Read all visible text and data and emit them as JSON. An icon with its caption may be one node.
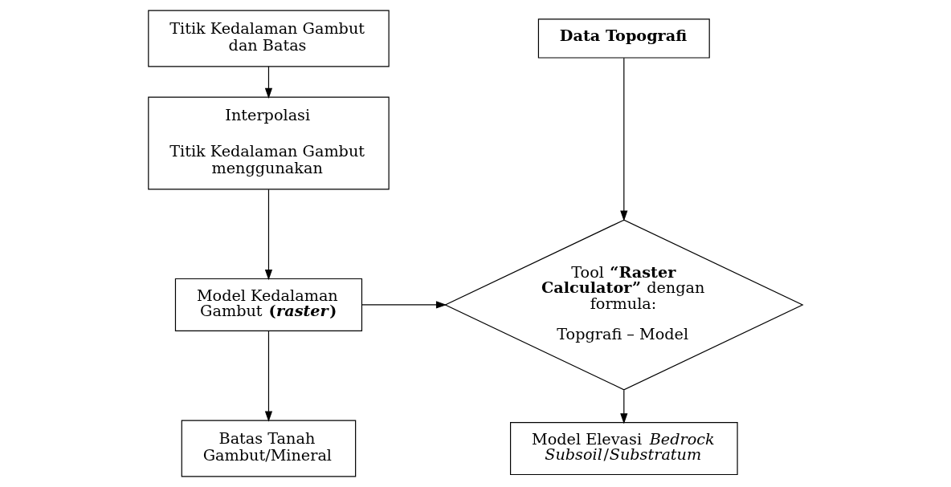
{
  "diagram": {
    "nodes": [
      {
        "text": [
          "Titik Kedalaman Gambut dan Batas"
        ]
      },
      {
        "text": [
          "Interpolasi",
          "Titik Kedalaman Gambut menggunakan"
        ]
      },
      {
        "text": [
          "Model Kedalaman Gambut **(*raster*)**"
        ]
      },
      {
        "text": [
          "Batas Tanah Gambut/Mineral"
        ]
      },
      {
        "text": [
          "Data Topografi"
        ]
      },
      {
        "text": [
          "Tool **“Raster Calculator”** dengan formula:",
          "Topgrafi – Model"
        ]
      },
      {
        "text": [
          "Model Elevasi *Bedrock Subsoil*/*Substratum*"
        ]
      }
    ],
    "edges": [
      {
        "from": 0,
        "to": 1,
        "arrow": "to"
      },
      {
        "from": 1,
        "to": 2,
        "arrow": "to"
      },
      {
        "from": 2,
        "to": 3,
        "arrow": "to"
      },
      {
        "from": 2,
        "to": 5,
        "arrow": "to"
      },
      {
        "from": 4,
        "to": 5,
        "arrow": "to"
      },
      {
        "from": 5,
        "to": 6,
        "arrow": "to"
      }
    ]
  }
}
